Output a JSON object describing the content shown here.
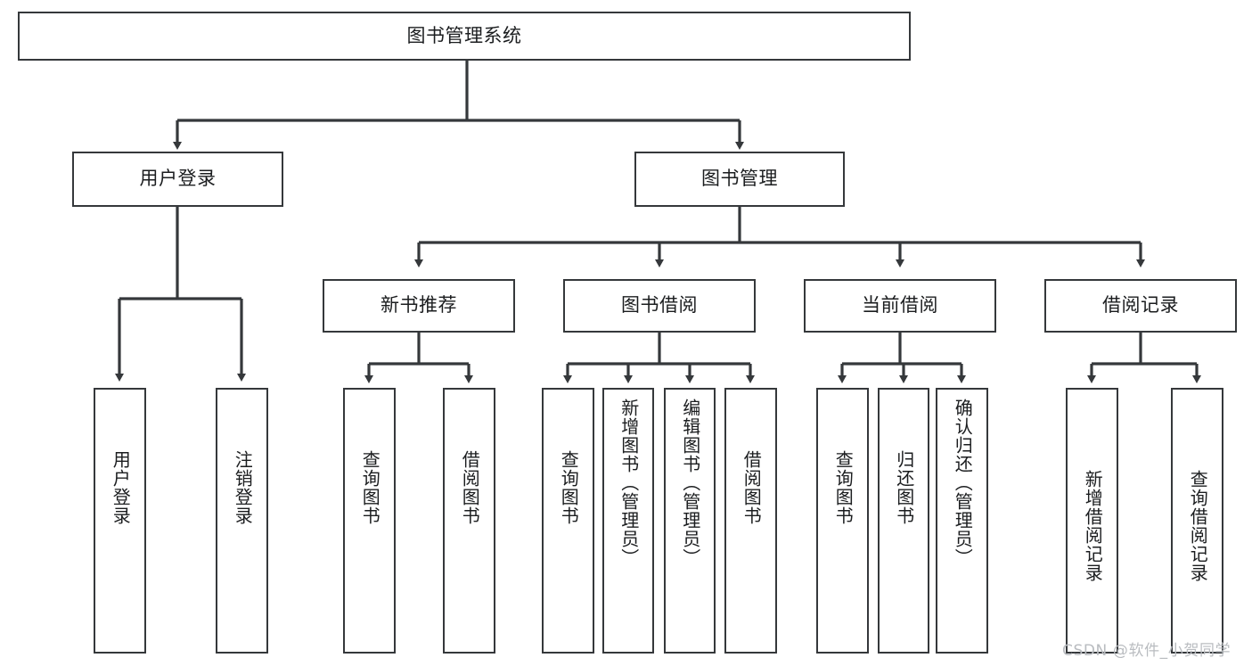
{
  "diagram": {
    "type": "tree",
    "title": "图书管理系统",
    "orientation": "top-down",
    "colors": {
      "box_border": "#35383b",
      "box_fill": "#ffffff",
      "connector": "#35383b",
      "text": "#1b1d1f",
      "watermark": "#b9bcc0",
      "background": "#ffffff"
    },
    "root": {
      "label": "图书管理系统"
    },
    "level2": [
      {
        "label": "用户登录"
      },
      {
        "label": "图书管理"
      }
    ],
    "level3": [
      {
        "label": "新书推荐"
      },
      {
        "label": "图书借阅"
      },
      {
        "label": "当前借阅"
      },
      {
        "label": "借阅记录"
      }
    ],
    "leaves": {
      "user_login": [
        {
          "label": "用户登录"
        },
        {
          "label": "注销登录"
        }
      ],
      "new_book_recommend": [
        {
          "label": "查询图书"
        },
        {
          "label": "借阅图书"
        }
      ],
      "book_borrow": [
        {
          "label": "查询图书"
        },
        {
          "label": "新增图书（管理员）"
        },
        {
          "label": "编辑图书（管理员）"
        },
        {
          "label": "借阅图书"
        }
      ],
      "current_borrow": [
        {
          "label": "查询图书"
        },
        {
          "label": "归还图书"
        },
        {
          "label": "确认归还（管理员）"
        }
      ],
      "borrow_record": [
        {
          "label": "新增借阅记录"
        },
        {
          "label": "查询借阅记录"
        }
      ]
    },
    "watermark": "CSDN @软件_小贺同学"
  }
}
